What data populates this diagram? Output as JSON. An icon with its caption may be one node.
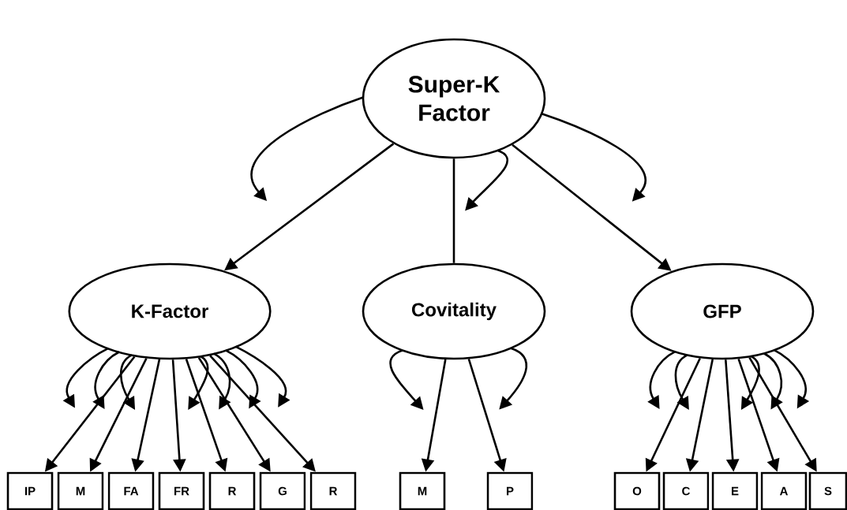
{
  "diagram": {
    "nodes": [
      {
        "text": [
          "Super-K Factor"
        ]
      },
      {
        "text": [
          "K-Factor"
        ]
      },
      {
        "text": [
          "Covitality"
        ]
      },
      {
        "text": [
          "GFP"
        ]
      },
      {
        "text": [
          "IP"
        ]
      },
      {
        "text": [
          "M"
        ]
      },
      {
        "text": [
          "FA"
        ]
      },
      {
        "text": [
          "FR"
        ]
      },
      {
        "text": [
          "R"
        ]
      },
      {
        "text": [
          "G"
        ]
      },
      {
        "text": [
          "R"
        ]
      },
      {
        "text": [
          "M"
        ]
      },
      {
        "text": [
          "P"
        ]
      },
      {
        "text": [
          "O"
        ]
      },
      {
        "text": [
          "C"
        ]
      },
      {
        "text": [
          "E"
        ]
      },
      {
        "text": [
          "A"
        ]
      },
      {
        "text": [
          "S"
        ]
      }
    ],
    "edges": [
      {
        "from": 0,
        "to": 1,
        "arrow": "to"
      },
      {
        "from": 0,
        "to": 2,
        "arrow": "none"
      },
      {
        "from": 0,
        "to": 3,
        "arrow": "to"
      },
      {
        "from": 1,
        "to": 4,
        "arrow": "to"
      },
      {
        "from": 1,
        "to": 5,
        "arrow": "to"
      },
      {
        "from": 1,
        "to": 6,
        "arrow": "to"
      },
      {
        "from": 1,
        "to": 7,
        "arrow": "to"
      },
      {
        "from": 1,
        "to": 8,
        "arrow": "to"
      },
      {
        "from": 1,
        "to": 9,
        "arrow": "to"
      },
      {
        "from": 1,
        "to": 10,
        "arrow": "to"
      },
      {
        "from": 2,
        "to": 11,
        "arrow": "to"
      },
      {
        "from": 2,
        "to": 12,
        "arrow": "to"
      },
      {
        "from": 3,
        "to": 13,
        "arrow": "to"
      },
      {
        "from": 3,
        "to": 14,
        "arrow": "to"
      },
      {
        "from": 3,
        "to": 15,
        "arrow": "to"
      },
      {
        "from": 3,
        "to": 16,
        "arrow": "to"
      },
      {
        "from": 3,
        "to": 17,
        "arrow": "to"
      }
    ]
  }
}
